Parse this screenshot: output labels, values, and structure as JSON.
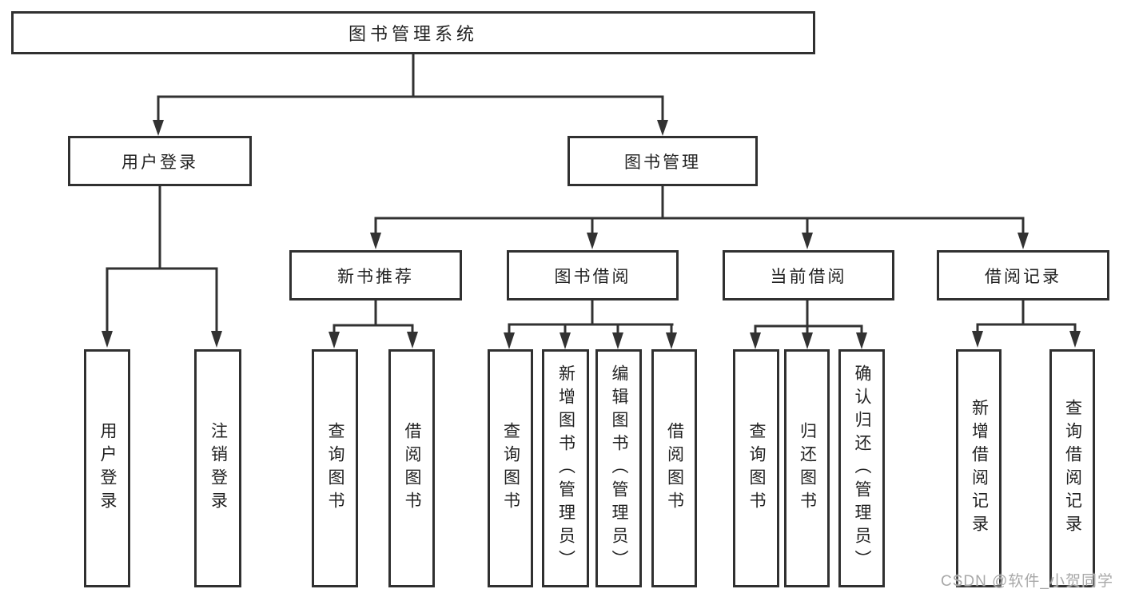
{
  "diagram": {
    "title_node": "图书管理系统",
    "root": {
      "label": "图书管理系统"
    },
    "branches": [
      {
        "label": "用户登录",
        "children": [
          "用户登录",
          "注销登录"
        ]
      },
      {
        "label": "图书管理",
        "children": [
          {
            "label": "新书推荐",
            "children": [
              "查询图书",
              "借阅图书"
            ]
          },
          {
            "label": "图书借阅",
            "children": [
              "查询图书",
              "新增图书（管理员）",
              "编辑图书（管理员）",
              "借阅图书"
            ]
          },
          {
            "label": "当前借阅",
            "children": [
              "查询图书",
              "归还图书",
              "确认归还（管理员）"
            ]
          },
          {
            "label": "借阅记录",
            "children": [
              "新增借阅记录",
              "查询借阅记录"
            ]
          }
        ]
      }
    ],
    "line_color": "#323232"
  },
  "watermark": {
    "text": "CSDN @软件_小贺同学"
  }
}
